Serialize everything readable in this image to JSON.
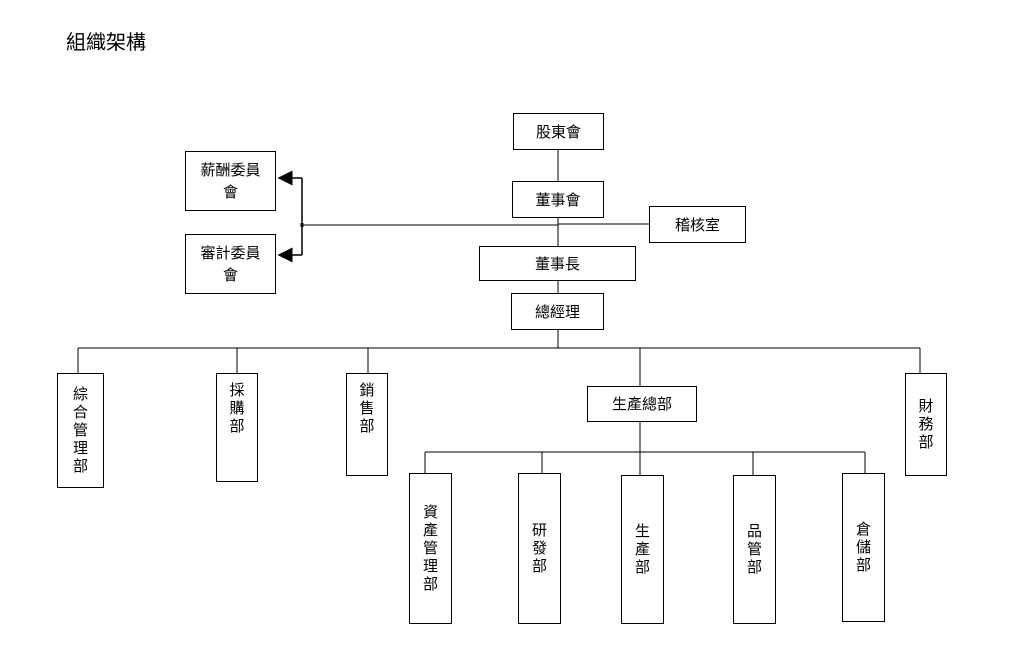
{
  "page_title": "組織架構",
  "nodes": {
    "shareholders": "股東會",
    "board": "董事會",
    "audit_office": "稽核室",
    "chairman": "董事長",
    "general_manager": "總經理",
    "compensation_committee": "薪酬委員會",
    "audit_committee": "審計委員會",
    "admin_dept": "綜合管理部",
    "purchasing_dept": "採購部",
    "sales_dept": "銷售部",
    "production_hq": "生產總部",
    "finance_dept": "財務部",
    "asset_mgmt_dept": "資產管理部",
    "rd_dept": "研發部",
    "production_dept": "生產部",
    "quality_dept": "品管部",
    "warehouse_dept": "倉儲部"
  }
}
